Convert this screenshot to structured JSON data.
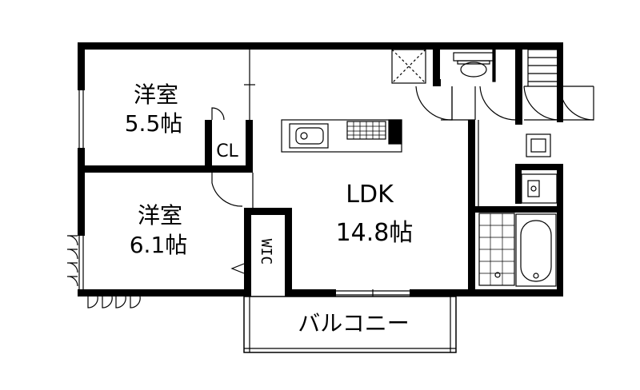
{
  "rooms": {
    "western_room_1": {
      "name": "洋室",
      "size": "5.5帖"
    },
    "western_room_2": {
      "name": "洋室",
      "size": "6.1帖"
    },
    "ldk": {
      "name": "LDK",
      "size": "14.8帖"
    },
    "closet": {
      "label": "CL"
    },
    "walk_in_closet": {
      "label": "WIC"
    },
    "balcony": {
      "label": "バルコニー"
    }
  },
  "icons": {
    "kitchen": "kitchen-counter-icon",
    "toilet": "toilet-icon",
    "bathtub": "bathtub-icon",
    "washbasin": "washbasin-icon",
    "washing_machine": "washing-machine-pan-icon"
  },
  "colors": {
    "wall": "#000000",
    "line": "#000000",
    "background": "#ffffff"
  }
}
